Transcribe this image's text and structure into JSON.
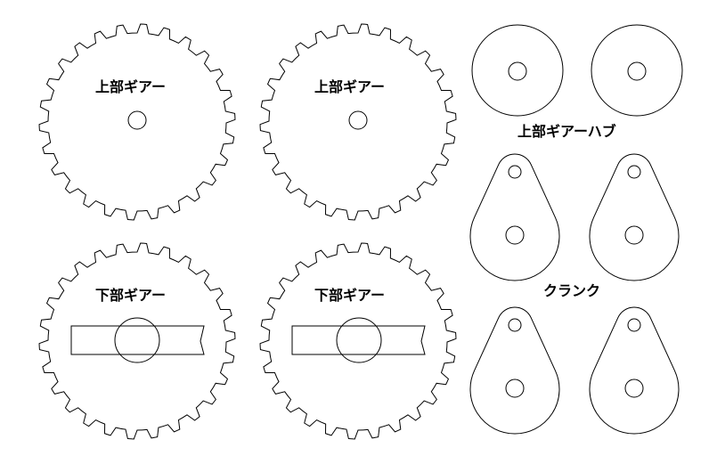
{
  "parts": {
    "upper_gear": {
      "label": "上部ギアー",
      "teeth": 26
    },
    "lower_gear": {
      "label": "下部ギアー",
      "teeth": 26
    },
    "upper_gear_hub": {
      "label": "上部ギアーハブ"
    },
    "crank": {
      "label": "クランク"
    }
  },
  "colors": {
    "line": "#000000",
    "background": "#ffffff"
  }
}
